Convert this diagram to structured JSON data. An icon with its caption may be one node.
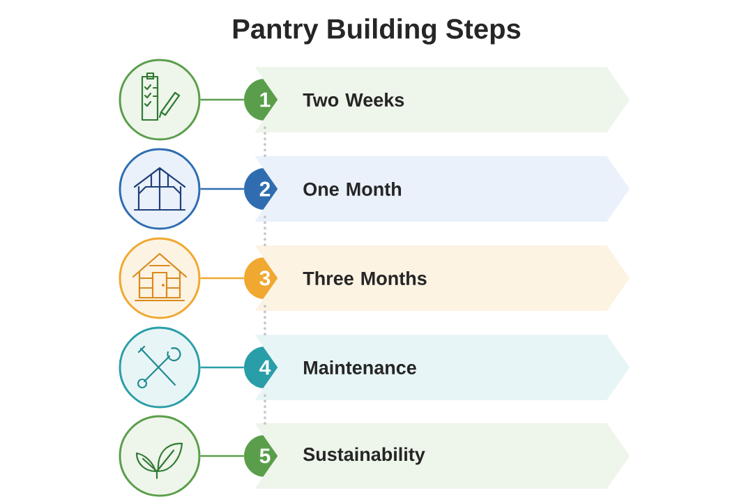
{
  "diagram": {
    "title": "Pantry Building Steps",
    "nodes": [
      {
        "text": [],
        "shape": "circle"
      },
      {
        "text": [
          "1"
        ]
      },
      {
        "text": [
          "Two Weeks"
        ]
      },
      {
        "text": [],
        "shape": "circle"
      },
      {
        "text": [
          "2"
        ]
      },
      {
        "text": [
          "One Month"
        ]
      },
      {
        "text": [],
        "shape": "circle"
      },
      {
        "text": [
          "3"
        ]
      },
      {
        "text": [
          "Three Months"
        ]
      },
      {
        "text": [],
        "shape": "circle"
      },
      {
        "text": [
          "4"
        ]
      },
      {
        "text": [
          "Maintenance"
        ]
      },
      {
        "text": [],
        "shape": "circle"
      },
      {
        "text": [
          "5"
        ]
      },
      {
        "text": [
          "Sustainability"
        ]
      }
    ],
    "edges": [
      {
        "from": 0,
        "to": 1,
        "arrow": "none",
        "color": "#5a9e4b"
      },
      {
        "from": 3,
        "to": 4,
        "arrow": "none",
        "color": "#2f6db0"
      },
      {
        "from": 6,
        "to": 7,
        "arrow": "none",
        "color": "#f0a830"
      },
      {
        "from": 9,
        "to": 10,
        "arrow": "none",
        "color": "#2a9ea8"
      },
      {
        "from": 12,
        "to": 13,
        "arrow": "none",
        "color": "#5a9e4b"
      },
      {
        "from": 1,
        "to": 4,
        "arrow": "none",
        "style": "dashed",
        "color": "#c4c8cc"
      },
      {
        "from": 4,
        "to": 7,
        "arrow": "none",
        "style": "dashed",
        "color": "#c4c8cc"
      },
      {
        "from": 7,
        "to": 10,
        "arrow": "none",
        "style": "dashed",
        "color": "#c4c8cc"
      },
      {
        "from": 10,
        "to": 13,
        "arrow": "none",
        "style": "dashed",
        "color": "#c4c8cc"
      }
    ]
  }
}
